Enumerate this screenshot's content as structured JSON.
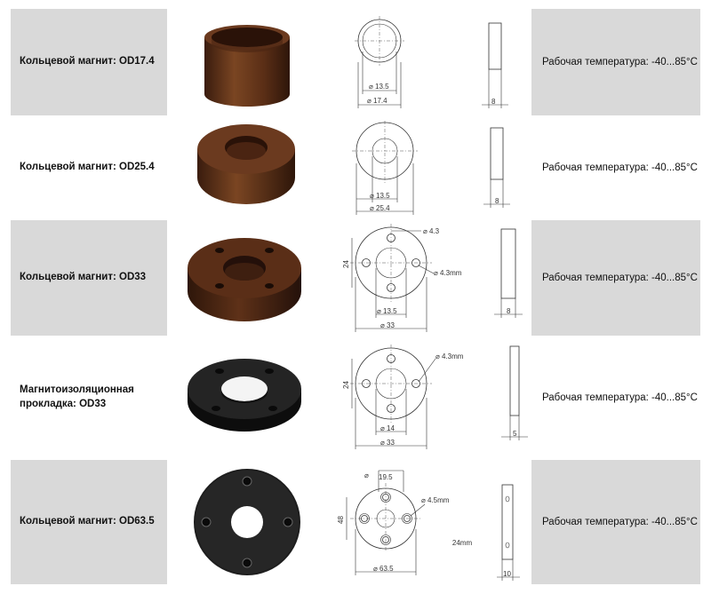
{
  "rows": [
    {
      "name": "Кольцевой магнит: OD17.4",
      "temp": "Рабочая температура: -40...85°C",
      "dims": {
        "inner": "13.5",
        "outer": "17.4",
        "thick": "8"
      }
    },
    {
      "name": "Кольцевой магнит: OD25.4",
      "temp": "Рабочая температура: -40...85°C",
      "dims": {
        "inner": "13.5",
        "outer": "25.4",
        "thick": "8"
      }
    },
    {
      "name": "Кольцевой магнит: OD33",
      "temp": "Рабочая температура: -40...85°C",
      "dims": {
        "hole": "4.3",
        "side": "24",
        "hole_mm": "4.3mm",
        "inner": "13.5",
        "outer": "33",
        "thick": "8"
      }
    },
    {
      "name": "Магнитоизоляционная прокладка: OD33",
      "temp": "Рабочая температура: -40...85°C",
      "dims": {
        "hole_mm": "4.3mm",
        "side": "24",
        "inner": "14",
        "outer": "33",
        "thick": "5"
      }
    },
    {
      "name": "Кольцевой магнит: OD63.5",
      "temp": "Рабочая температура: -40...85°C",
      "dims": {
        "top": "19.5",
        "hole_mm": "4.5mm",
        "side": "48",
        "outer": "63.5",
        "height": "24mm",
        "thick": "10"
      }
    }
  ],
  "colors": {
    "gray": "#d9d9d9",
    "brown_dark": "#3b1f12",
    "brown_mid": "#6b3a1f",
    "black": "#1c1c1c"
  }
}
